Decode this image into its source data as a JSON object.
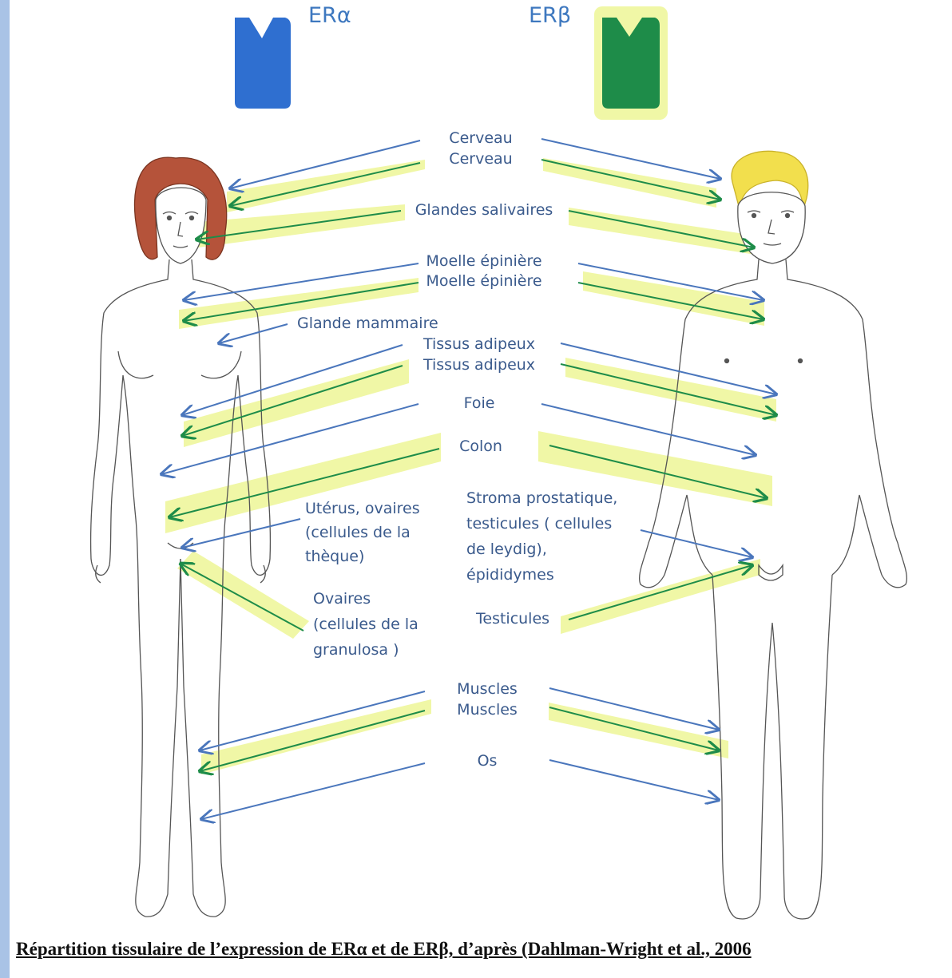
{
  "headers": {
    "era": "ERα",
    "erb": "ERβ"
  },
  "colors": {
    "era": "#2f6fd0",
    "erb": "#1e8c49",
    "highlight": "#f0f7a6",
    "arrow_blue": "#4a76bc",
    "arrow_green": "#1e8c49"
  },
  "labels": {
    "cerveau_a": "Cerveau",
    "cerveau_b": "Cerveau",
    "glandes": "Glandes salivaires",
    "moelle_a": "Moelle épinière",
    "moelle_b": "Moelle épinière",
    "mammaire": "Glande mammaire",
    "adipeux_a": "Tissus adipeux",
    "adipeux_b": "Tissus adipeux",
    "foie": "Foie",
    "colon": "Colon",
    "uterus": [
      "Utérus, ovaires",
      "(cellules de la",
      "thèque)"
    ],
    "ovaires": [
      "Ovaires",
      "(cellules de la",
      "granulosa )"
    ],
    "stroma": [
      "Stroma prostatique,",
      "testicules ( cellules",
      "de leydig),",
      "épididymes"
    ],
    "testicules": "Testicules",
    "muscles_a": "Muscles",
    "muscles_b": "Muscles",
    "os": "Os"
  },
  "caption": "Répartition tissulaire de l’expression de ERα et de ERβ, d’après (Dahlman-Wright et al., 2006"
}
